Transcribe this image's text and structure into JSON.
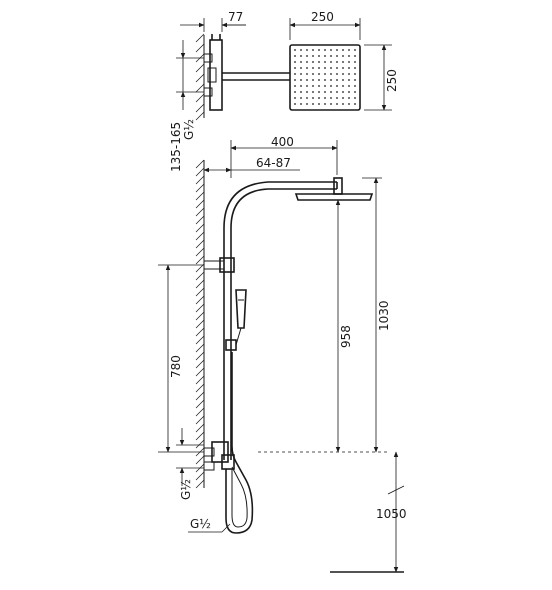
{
  "dimensions": {
    "top_width_77": "77",
    "head_width_250": "250",
    "head_height_250": "250",
    "inlet_range": "135-165",
    "inlet_thread_top": "G½",
    "arm_reach_400": "400",
    "arm_adjust": "64-87",
    "total_height_1030": "1030",
    "head_height_958": "958",
    "bracket_spacing_780": "780",
    "inlet_thread_mid": "G½",
    "hose_thread": "G½",
    "floor_height_1050": "1050"
  }
}
